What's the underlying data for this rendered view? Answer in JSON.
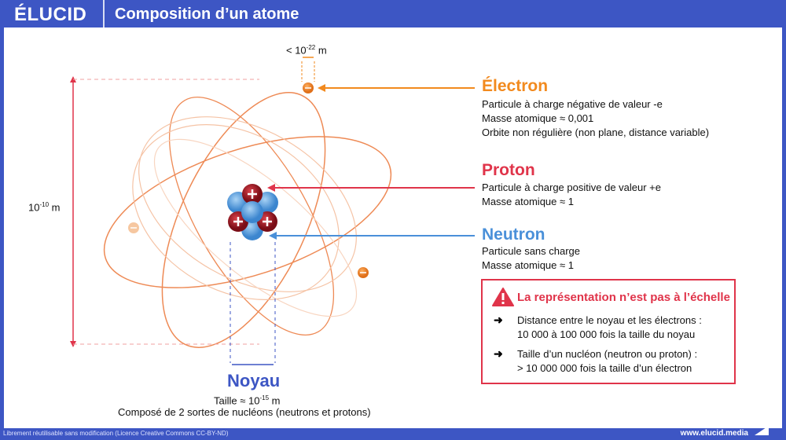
{
  "header": {
    "logo": "ÉLUCID",
    "title": "Composition d’un atome"
  },
  "scales": {
    "electron_size": "< 10",
    "electron_exp": "-22",
    "electron_unit": " m",
    "atom_size": "10",
    "atom_exp": "-10",
    "atom_unit": " m"
  },
  "electron": {
    "title": "Électron",
    "lines": [
      "Particule à charge négative de valeur -e",
      "Masse atomique ≈ 0,001",
      "Orbite non régulière (non plane, distance variable)"
    ],
    "color": "#f28a1e"
  },
  "proton": {
    "title": "Proton",
    "lines": [
      "Particule à charge positive de valeur +e",
      "Masse atomique ≈ 1"
    ],
    "color": "#e0344a"
  },
  "neutron": {
    "title": "Neutron",
    "lines": [
      "Particule sans charge",
      "Masse atomique ≈ 1"
    ],
    "color": "#4a90d9"
  },
  "noyau": {
    "title": "Noyau",
    "size_prefix": "Taille ≈ 10",
    "size_exp": "-15",
    "size_unit": " m",
    "desc": "Composé de 2 sortes de nucléons (neutrons et protons)"
  },
  "warning": {
    "title": "La représentation n’est pas à l’échelle",
    "items": [
      [
        "Distance entre le noyau et les électrons :",
        "10 000 à 100 000 fois la taille du noyau"
      ],
      [
        "Taille d’un nucléon (neutron ou proton) :",
        "> 10 000 000 fois la taille d’un électron"
      ]
    ]
  },
  "footer": {
    "license": "Librement réutilisable sans modification (Licence Creative Commons CC-BY-ND)",
    "url": "www.elucid.media"
  }
}
